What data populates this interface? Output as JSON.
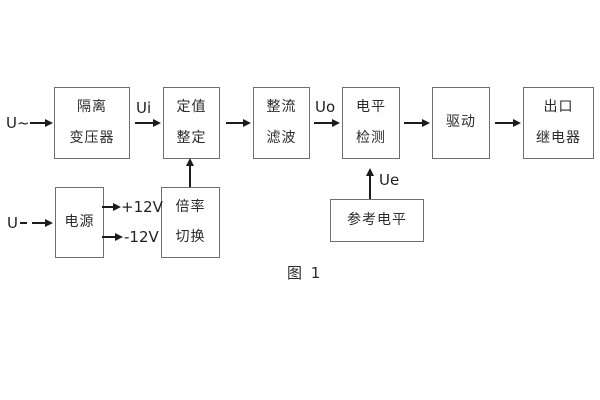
{
  "diagram": {
    "title_caption": "图 1",
    "colors": {
      "background": "#ffffff",
      "box_border": "#6e6e6e",
      "text": "#2b2b2b",
      "arrow": "#1c1c1c"
    },
    "inputs": {
      "ac_input": "U~",
      "dc_input": "U"
    },
    "signals": {
      "ui": "Ui",
      "uo": "Uo",
      "ue": "Ue"
    },
    "rails": {
      "positive": "+12V",
      "negative": "-12V"
    },
    "blocks": {
      "isolation_transformer": {
        "line1": "隔离",
        "line2": "变压器"
      },
      "setting_adjust": {
        "line1": "定值",
        "line2": "整定"
      },
      "rectifier_filter": {
        "line1": "整流",
        "line2": "滤波"
      },
      "level_detect": {
        "line1": "电平",
        "line2": "检测"
      },
      "driver": {
        "line1": "驱动"
      },
      "output_relay": {
        "line1": "出口",
        "line2": "继电器"
      },
      "power_supply": {
        "line1": "电源"
      },
      "multiplier_switch": {
        "line1": "倍率",
        "line2": "切换"
      },
      "reference_level": {
        "line1": "参考电平"
      }
    }
  }
}
